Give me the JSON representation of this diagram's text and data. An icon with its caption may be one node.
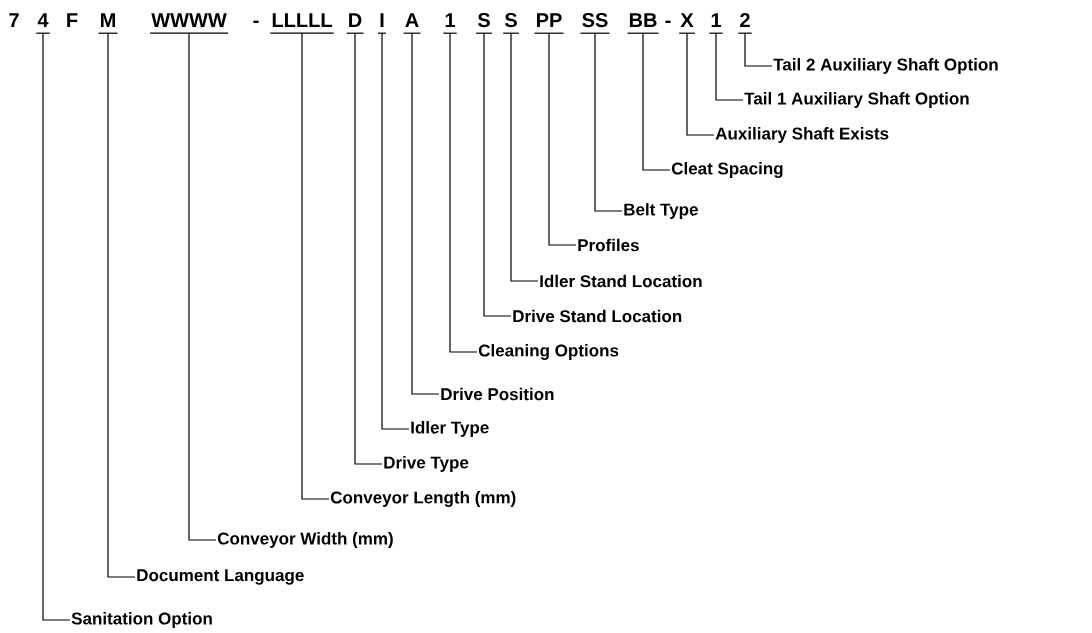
{
  "diagram": {
    "nodes": [
      {
        "text": [
          "4"
        ]
      },
      {
        "text": [
          "M"
        ]
      },
      {
        "text": [
          "WWWW"
        ]
      },
      {
        "text": [
          "LLLLL"
        ]
      },
      {
        "text": [
          "D"
        ]
      },
      {
        "text": [
          "I"
        ]
      },
      {
        "text": [
          "A"
        ]
      },
      {
        "text": [
          "1"
        ]
      },
      {
        "text": [
          "S"
        ]
      },
      {
        "text": [
          "S"
        ]
      },
      {
        "text": [
          "PP"
        ]
      },
      {
        "text": [
          "SS"
        ]
      },
      {
        "text": [
          "BB"
        ]
      },
      {
        "text": [
          "X"
        ]
      },
      {
        "text": [
          "1"
        ]
      },
      {
        "text": [
          "2"
        ]
      },
      {
        "text": [
          "Tail 2 Auxiliary Shaft Option"
        ]
      },
      {
        "text": [
          "Tail 1 Auxiliary Shaft Option"
        ]
      },
      {
        "text": [
          "Auxiliary Shaft Exists"
        ]
      },
      {
        "text": [
          "Cleat Spacing"
        ]
      },
      {
        "text": [
          "Belt Type"
        ]
      },
      {
        "text": [
          "Profiles"
        ]
      },
      {
        "text": [
          "Idler Stand Location"
        ]
      },
      {
        "text": [
          "Drive Stand Location"
        ]
      },
      {
        "text": [
          "Cleaning Options"
        ]
      },
      {
        "text": [
          "Drive Position"
        ]
      },
      {
        "text": [
          "Idler Type"
        ]
      },
      {
        "text": [
          "Drive Type"
        ]
      },
      {
        "text": [
          "Conveyor Length (mm)"
        ]
      },
      {
        "text": [
          "Conveyor Width (mm)"
        ]
      },
      {
        "text": [
          "Document Language"
        ]
      },
      {
        "text": [
          "Sanitation Option"
        ]
      }
    ],
    "edges": [
      {
        "from": 0,
        "to": 31,
        "arrow": "none"
      },
      {
        "from": 1,
        "to": 30,
        "arrow": "none"
      },
      {
        "from": 2,
        "to": 29,
        "arrow": "none"
      },
      {
        "from": 3,
        "to": 28,
        "arrow": "none"
      },
      {
        "from": 4,
        "to": 27,
        "arrow": "none"
      },
      {
        "from": 5,
        "to": 26,
        "arrow": "none"
      },
      {
        "from": 6,
        "to": 25,
        "arrow": "none"
      },
      {
        "from": 7,
        "to": 24,
        "arrow": "none"
      },
      {
        "from": 8,
        "to": 23,
        "arrow": "none"
      },
      {
        "from": 9,
        "to": 22,
        "arrow": "none"
      },
      {
        "from": 10,
        "to": 21,
        "arrow": "none"
      },
      {
        "from": 11,
        "to": 20,
        "arrow": "none"
      },
      {
        "from": 12,
        "to": 19,
        "arrow": "none"
      },
      {
        "from": 13,
        "to": 18,
        "arrow": "none"
      },
      {
        "from": 14,
        "to": 17,
        "arrow": "none"
      },
      {
        "from": 15,
        "to": 16,
        "arrow": "none"
      }
    ],
    "labels": [
      "7",
      "F",
      "-",
      "-"
    ]
  }
}
